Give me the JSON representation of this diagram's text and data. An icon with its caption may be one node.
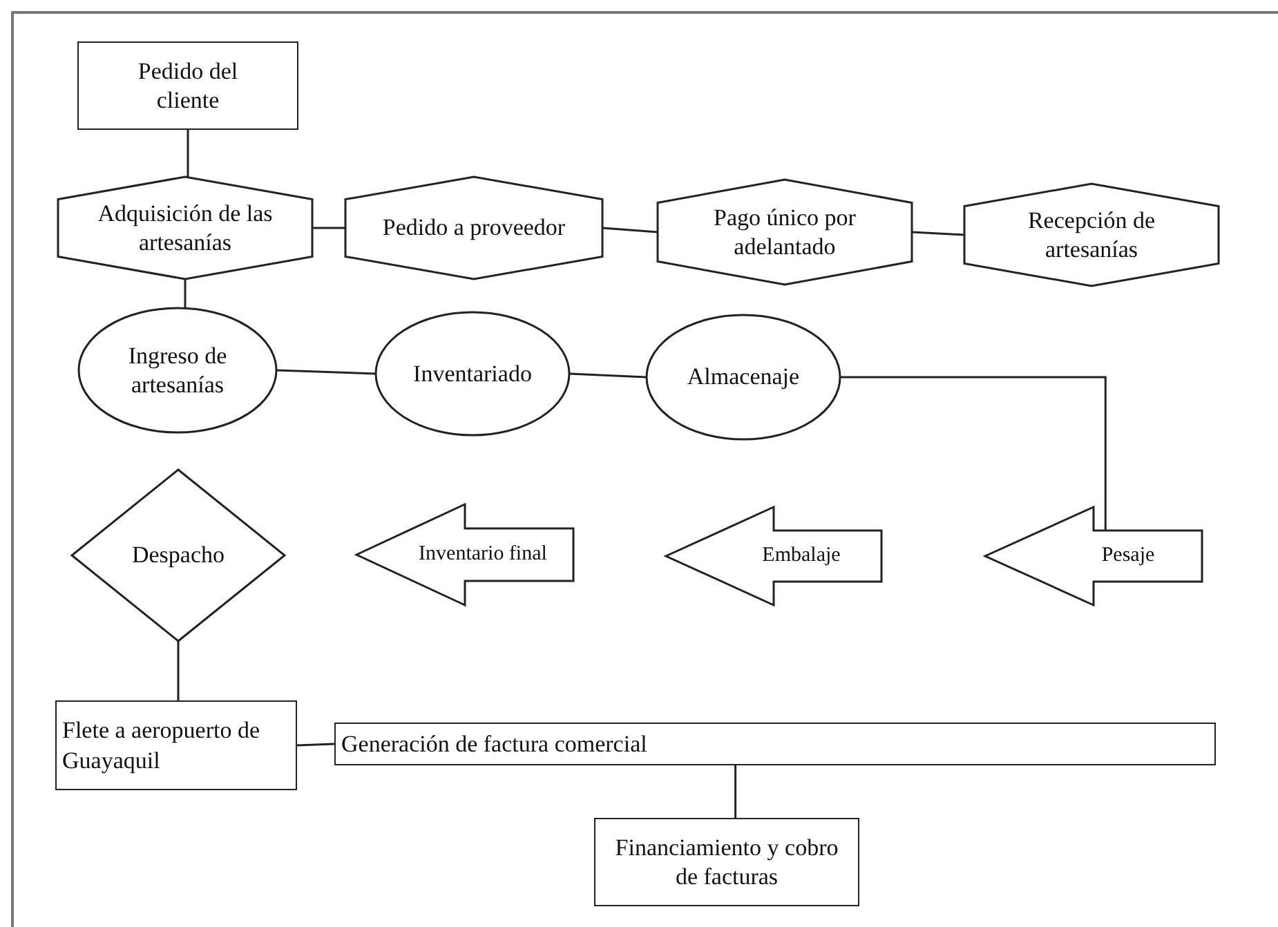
{
  "diagram": {
    "nodes": [
      {
        "text": [
          "Pedido del cliente"
        ]
      },
      {
        "text": [
          "Adquisición de las artesanías"
        ]
      },
      {
        "text": [
          "Pedido a proveedor"
        ]
      },
      {
        "text": [
          "Pago único por adelantado"
        ]
      },
      {
        "text": [
          "Recepción de artesanías"
        ]
      },
      {
        "text": [
          "Ingreso de artesanías"
        ]
      },
      {
        "text": [
          "Inventariado"
        ]
      },
      {
        "text": [
          "Almacenaje"
        ]
      },
      {
        "text": [
          "Despacho"
        ]
      },
      {
        "text": [
          "Inventario final"
        ]
      },
      {
        "text": [
          "Embalaje"
        ]
      },
      {
        "text": [
          "Pesaje"
        ]
      },
      {
        "text": [
          "Flete a aeropuerto de Guayaquil"
        ]
      },
      {
        "text": [
          "Generación de factura comercial"
        ]
      },
      {
        "text": [
          "Financiamiento y cobro de facturas"
        ]
      }
    ],
    "edges": [
      {
        "from": 0,
        "to": 1,
        "arrow": "none"
      },
      {
        "from": 1,
        "to": 2,
        "arrow": "none"
      },
      {
        "from": 2,
        "to": 3,
        "arrow": "none"
      },
      {
        "from": 3,
        "to": 4,
        "arrow": "none"
      },
      {
        "from": 1,
        "to": 5,
        "arrow": "none"
      },
      {
        "from": 5,
        "to": 6,
        "arrow": "none"
      },
      {
        "from": 6,
        "to": 7,
        "arrow": "none"
      },
      {
        "from": 7,
        "to": 11,
        "arrow": "none"
      },
      {
        "from": 8,
        "to": 12,
        "arrow": "none"
      },
      {
        "from": 12,
        "to": 13,
        "arrow": "none"
      },
      {
        "from": 13,
        "to": 14,
        "arrow": "none"
      }
    ]
  }
}
